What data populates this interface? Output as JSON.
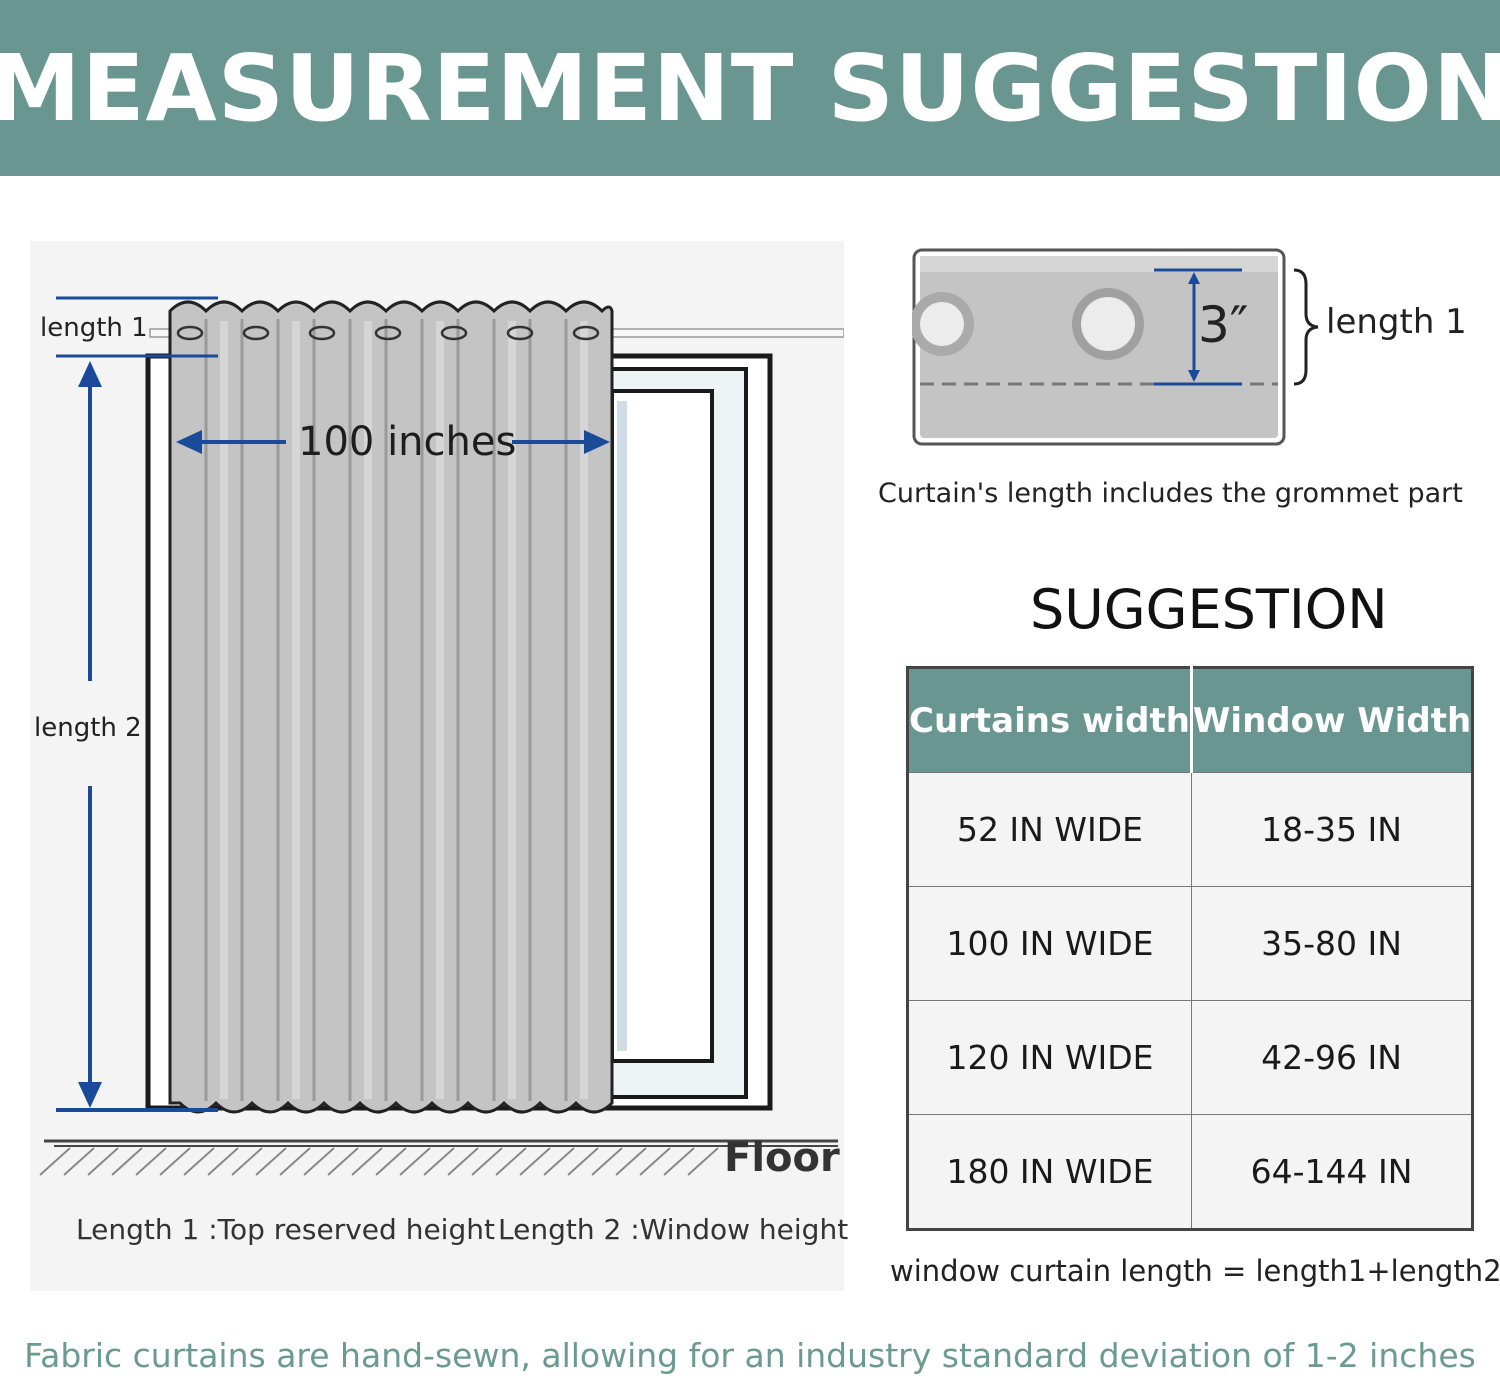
{
  "header": {
    "title": "MEASUREMENT SUGGESTION"
  },
  "diagram": {
    "length1_label": "length 1",
    "length2_label": "length 2",
    "width_label": "100 inches",
    "floor_label": "Floor",
    "caption_length1": "Length 1 :Top reserved height",
    "caption_length2": "Length 2 :Window height"
  },
  "grommet": {
    "measure_label": "3″",
    "length_label": "length 1",
    "caption": "Curtain's length includes the grommet part"
  },
  "suggestion": {
    "title": "SUGGESTION",
    "headers": [
      "Curtains width",
      "Window Width"
    ],
    "rows": [
      [
        "52 IN WIDE",
        "18-35 IN"
      ],
      [
        "100 IN WIDE",
        "35-80 IN"
      ],
      [
        "120 IN WIDE",
        "42-96 IN"
      ],
      [
        "180 IN WIDE",
        "64-144 IN"
      ]
    ]
  },
  "formula": "window curtain length = length1+length2",
  "footer": "Fabric curtains are hand-sewn, allowing for an industry standard deviation of 1-2 inches",
  "colors": {
    "accent": "#699690",
    "arrow": "#1a4b9a",
    "footer_text": "#6a9a92"
  }
}
